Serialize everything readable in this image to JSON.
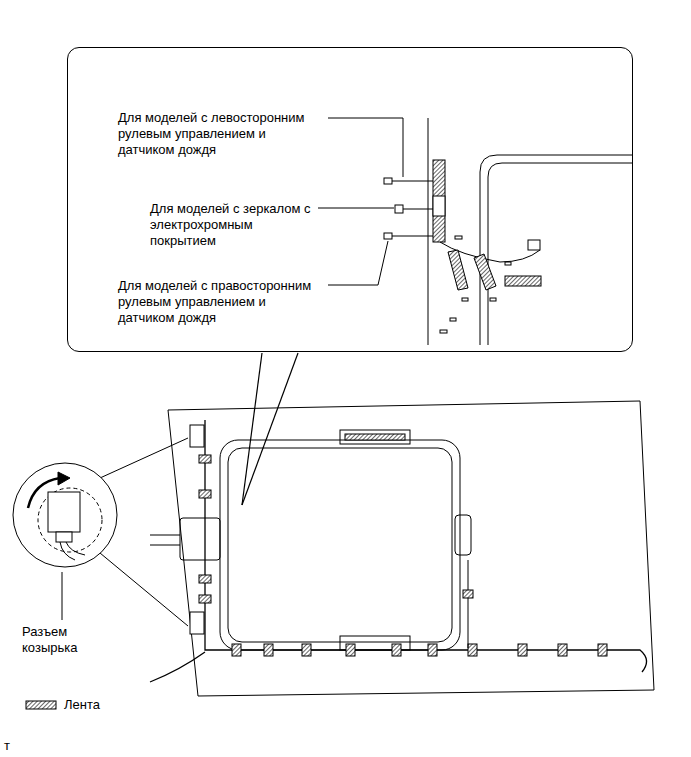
{
  "diagram": {
    "nodes": [
      {
        "text": [
          "Для моделей с левосторонним рулевым управлением и датчиком дождя",
          "Для моделей с зеркалом с электрохромным покрытием",
          "Для моделей с правосторонним рулевым управлением и датчиком дождя"
        ]
      }
    ],
    "labels": [
      "Разъем козырька",
      "т"
    ],
    "legend": [
      {
        "text": "Лента"
      }
    ]
  }
}
